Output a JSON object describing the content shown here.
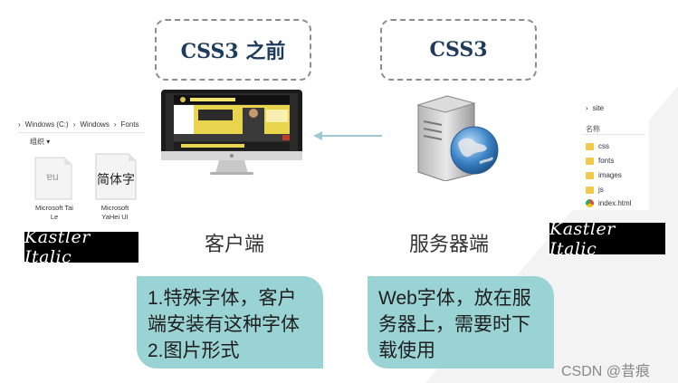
{
  "headings": {
    "before": "CSS3 之前",
    "css3": "CSS3"
  },
  "client": {
    "label": "客户端",
    "note_lines": [
      "1.特殊字体，客户",
      "端安装有这种字体",
      "2.图片形式"
    ]
  },
  "server": {
    "label": "服务器端",
    "note_lines": [
      "Web字体，放在服",
      "务器上，需要时下",
      "载使用"
    ]
  },
  "font_folder": {
    "breadcrumb": [
      "›",
      "Windows (C:)",
      "›",
      "Windows",
      "›",
      "Fonts"
    ],
    "sort_label": "组织 ▾",
    "files": [
      {
        "glyph": "ɐu",
        "name_lines": [
          "Microsoft Tai",
          "Le"
        ]
      },
      {
        "glyph": "简体字",
        "name_lines": [
          "Microsoft",
          "YaHei UI"
        ]
      }
    ]
  },
  "site_folder": {
    "title": "site",
    "column_header": "名称",
    "items": [
      {
        "name": "css",
        "kind": "folder"
      },
      {
        "name": "fonts",
        "kind": "folder"
      },
      {
        "name": "images",
        "kind": "folder"
      },
      {
        "name": "js",
        "kind": "folder"
      },
      {
        "name": "index.html",
        "kind": "html"
      }
    ]
  },
  "font_samples": {
    "left": "Kastler Italic",
    "right": "Kastler Italic"
  },
  "watermark": "CSDN @昔痕",
  "colors": {
    "note_bg": "#9ad3d3",
    "heading_text": "#1f3b5c",
    "arrow": "#9ec9d6"
  }
}
